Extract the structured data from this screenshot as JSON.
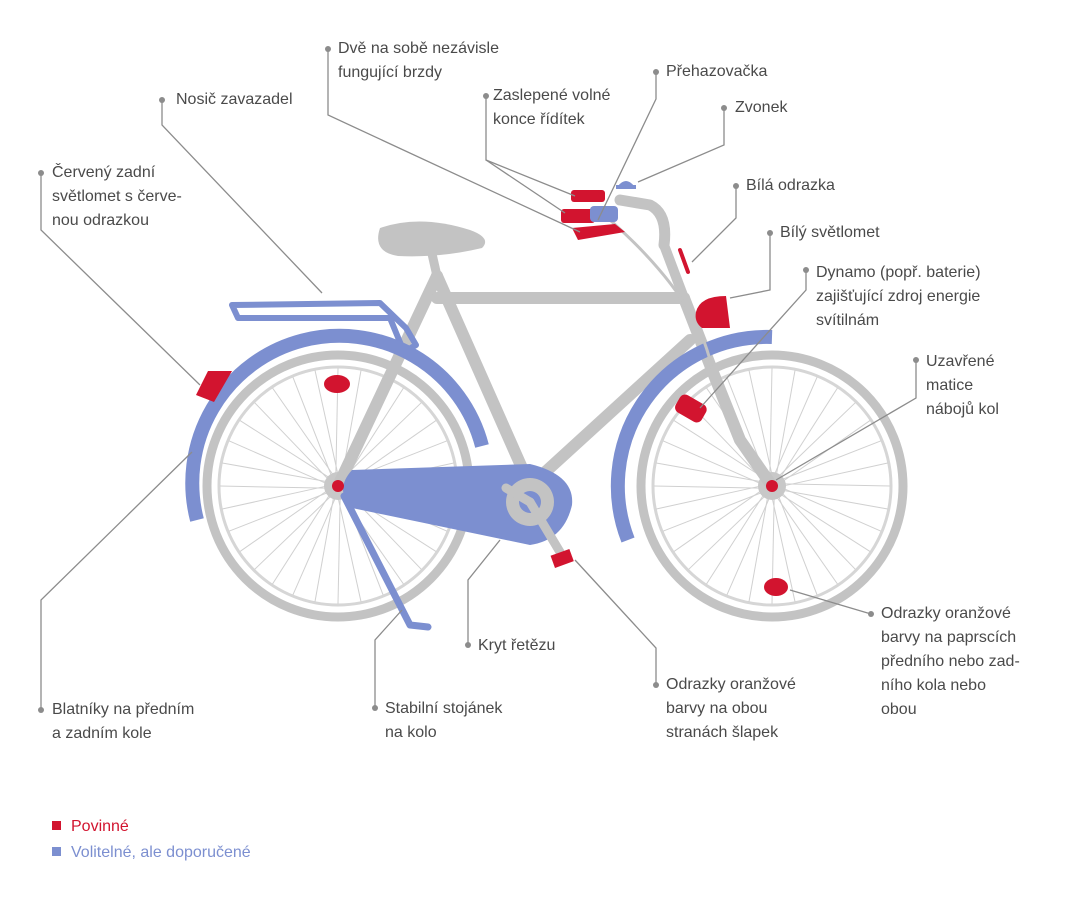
{
  "colors": {
    "required": "#d2142f",
    "optional": "#7c8fd0",
    "frame": "#c3c3c3",
    "label": "#4a4a4a",
    "leader": "#8c8c8c"
  },
  "labels": {
    "brakes": "Dvě na sobě nezávisle\nfungující brzdy",
    "derailleur": "Přehazovačka",
    "grip_ends": "Zaslepené volné\nkonce řídítek",
    "bell": "Zvonek",
    "carrier": "Nosič zavazadel",
    "rear_light": "Červený zadní\nsvětlomet s červe-\nnou odrazkou",
    "white_reflector": "Bílá odrazka",
    "white_light": "Bílý světlomet",
    "dynamo": "Dynamo (popř. baterie)\nzajišťující zdroj energie\nsvítilnám",
    "hub_nuts": "Uzavřené\nmatice\nnábojů kol",
    "spoke_reflectors": "Odrazky oranžové\nbarvy na paprscích\npředního nebo zad-\nního kola nebo\nobou",
    "chain_guard": "Kryt řetězu",
    "pedal_reflectors": "Odrazky oranžové\nbarvy na obou\nstranách šlapek",
    "kickstand": "Stabilní stojánek\nna kolo",
    "mudguards": "Blatníky na předním\na zadním kole"
  },
  "legend": {
    "required": "Povinné",
    "optional": "Volitelné, ale doporučené"
  }
}
